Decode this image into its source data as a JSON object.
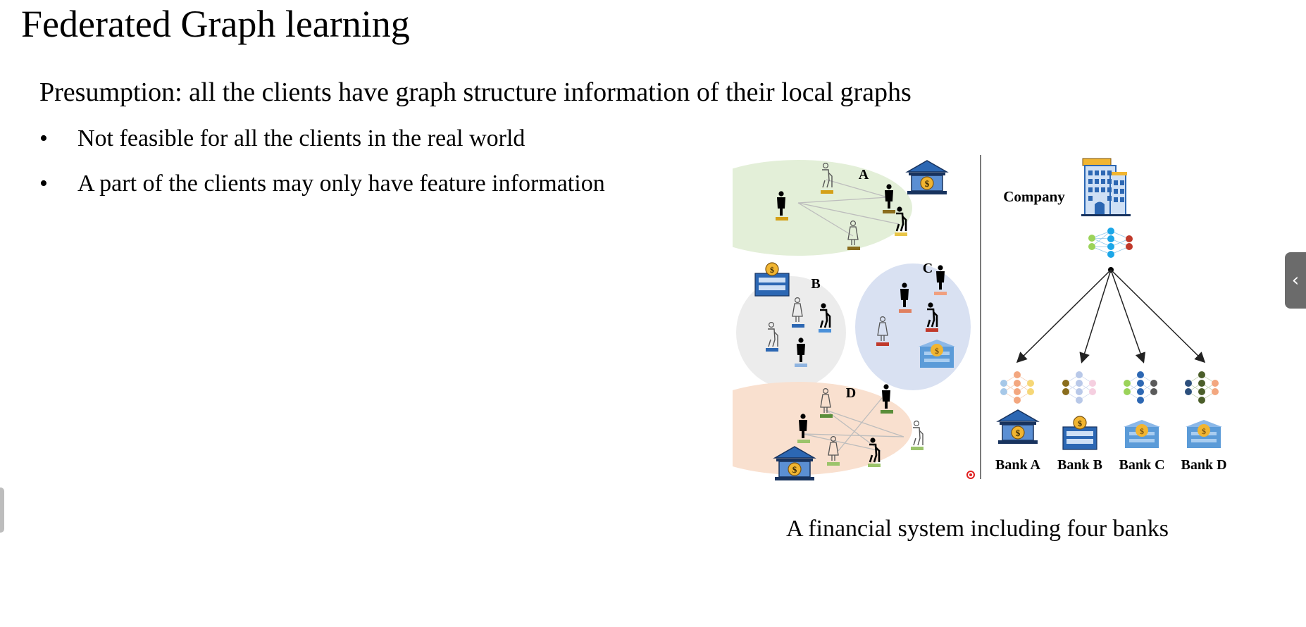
{
  "slide": {
    "title": "Federated Graph learning",
    "presumption": "Presumption: all the clients have graph structure information of their local graphs",
    "bullets": [
      "Not feasible for all the clients in the real world",
      "A part of the clients may only have feature information"
    ],
    "caption": "A financial system including four banks"
  },
  "diagram": {
    "clusters": [
      "A",
      "B",
      "C",
      "D"
    ],
    "company_label": "Company",
    "banks": [
      "Bank A",
      "Bank B",
      "Bank C",
      "Bank D"
    ]
  },
  "colors": {
    "cluster_a": "#e3efd8",
    "cluster_b": "#ececec",
    "cluster_c": "#d9e1f2",
    "cluster_d": "#f9e0cf",
    "bank_blue": "#2c67b3",
    "gold": "#f1b531"
  },
  "icons": [
    "person-icon",
    "elderly-person-icon",
    "bank-icon",
    "building-icon",
    "neural-network-icon",
    "sidebar-collapse-chevron-icon"
  ]
}
